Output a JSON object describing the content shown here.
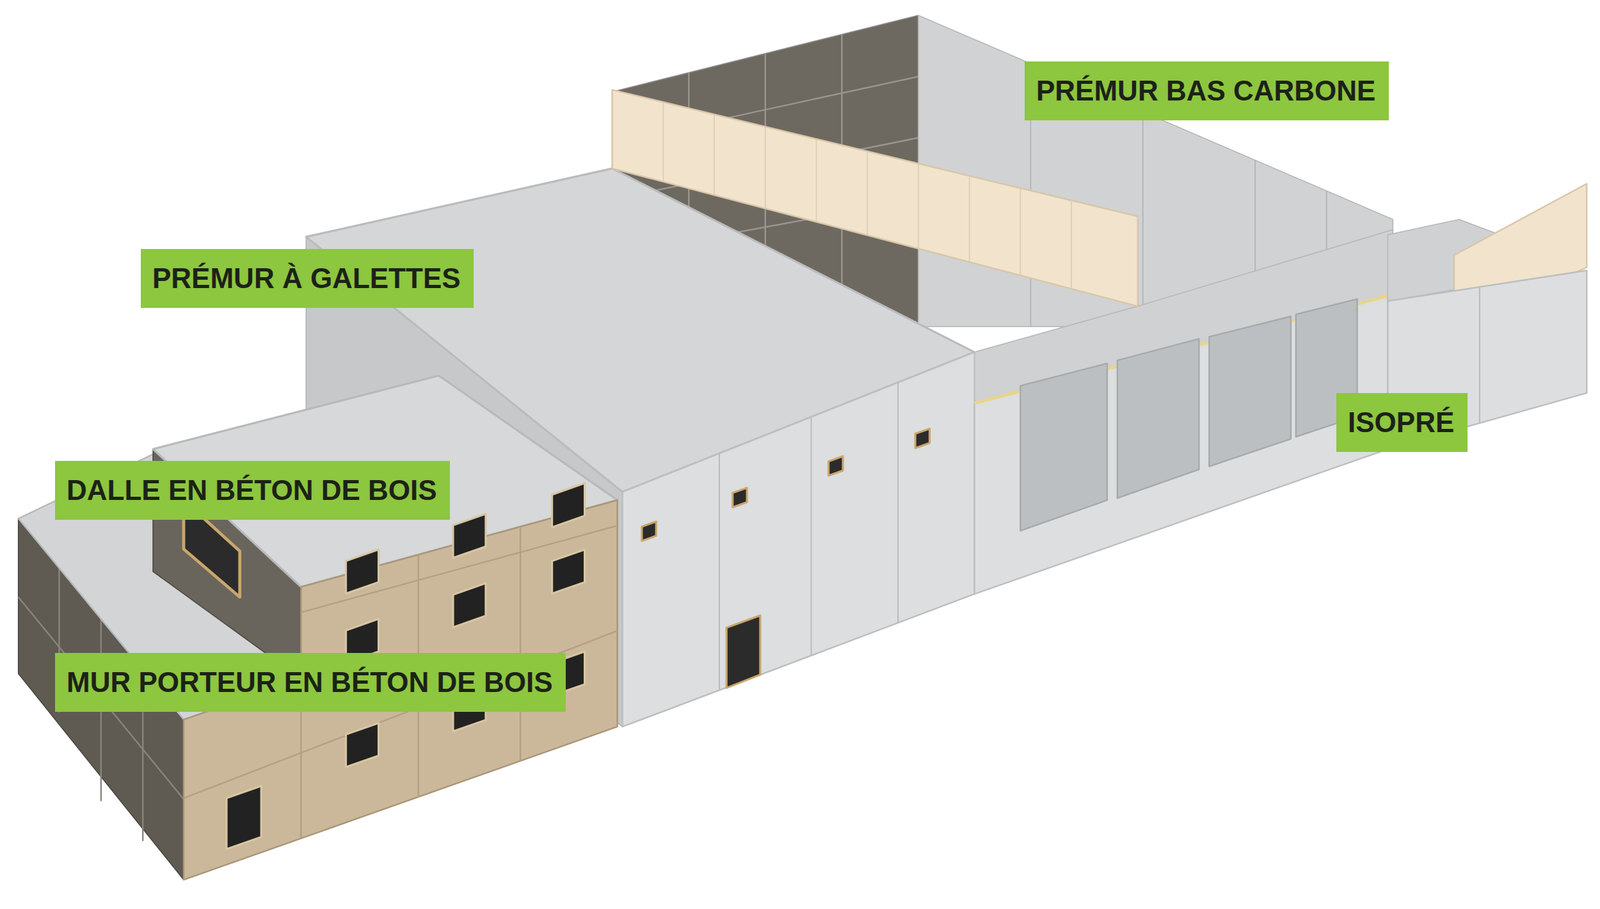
{
  "diagram": {
    "nodes": [
      {
        "text": [
          "PRÉMUR BAS CARBONE"
        ]
      },
      {
        "text": [
          "PRÉMUR À GALETTES"
        ]
      },
      {
        "text": [
          "ISOPRÉ"
        ]
      },
      {
        "text": [
          "DALLE EN BÉTON DE BOIS"
        ]
      },
      {
        "text": [
          "MUR PORTEUR EN BÉTON DE BOIS"
        ]
      }
    ]
  }
}
